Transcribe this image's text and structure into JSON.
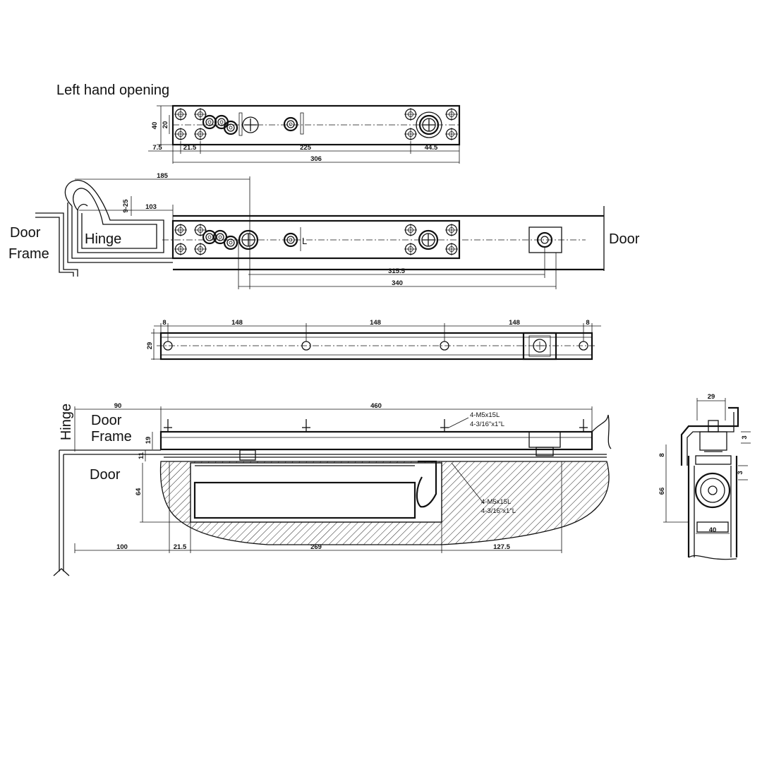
{
  "title": "Left hand opening",
  "labels": {
    "door_frame_line1": "Door",
    "door_frame_line2": "Frame",
    "hinge": "Hinge",
    "door": "Door",
    "hinge_vertical": "Hinge",
    "section_door_frame_line1": "Door",
    "section_door_frame_line2": "Frame",
    "section_door": "Door",
    "marker_L": "L"
  },
  "dimensions": {
    "top_view": {
      "height_40": "40",
      "height_20": "20",
      "offset_7_5": "7.5",
      "offset_21_5": "21.5",
      "span_225": "225",
      "offset_44_5": "44.5",
      "total_306": "306"
    },
    "install_view": {
      "d_185": "185",
      "d_9_25": "9-25",
      "d_103": "103",
      "d_315_5": "315.5",
      "d_340": "340"
    },
    "track_view": {
      "end_8_left": "8",
      "pitch_1": "148",
      "pitch_2": "148",
      "pitch_3": "148",
      "end_8_right": "8",
      "height_29": "29"
    },
    "section_view": {
      "d_90": "90",
      "d_460": "460",
      "d_19": "19",
      "d_11": "11",
      "d_64": "64",
      "d_100": "100",
      "d_21_5": "21.5",
      "d_269": "269",
      "d_127_5": "127.5"
    },
    "end_view": {
      "w_29": "29",
      "d_3_top": "3",
      "d_8": "8",
      "d_3_side": "3",
      "h_66": "66",
      "w_40": "40"
    }
  },
  "notes": {
    "screws_top_1": "4-M5x15L",
    "screws_top_2": "4-3/16\"x1\"L",
    "screws_bottom_1": "4-M5x15L",
    "screws_bottom_2": "4-3/16\"x1\"L"
  }
}
